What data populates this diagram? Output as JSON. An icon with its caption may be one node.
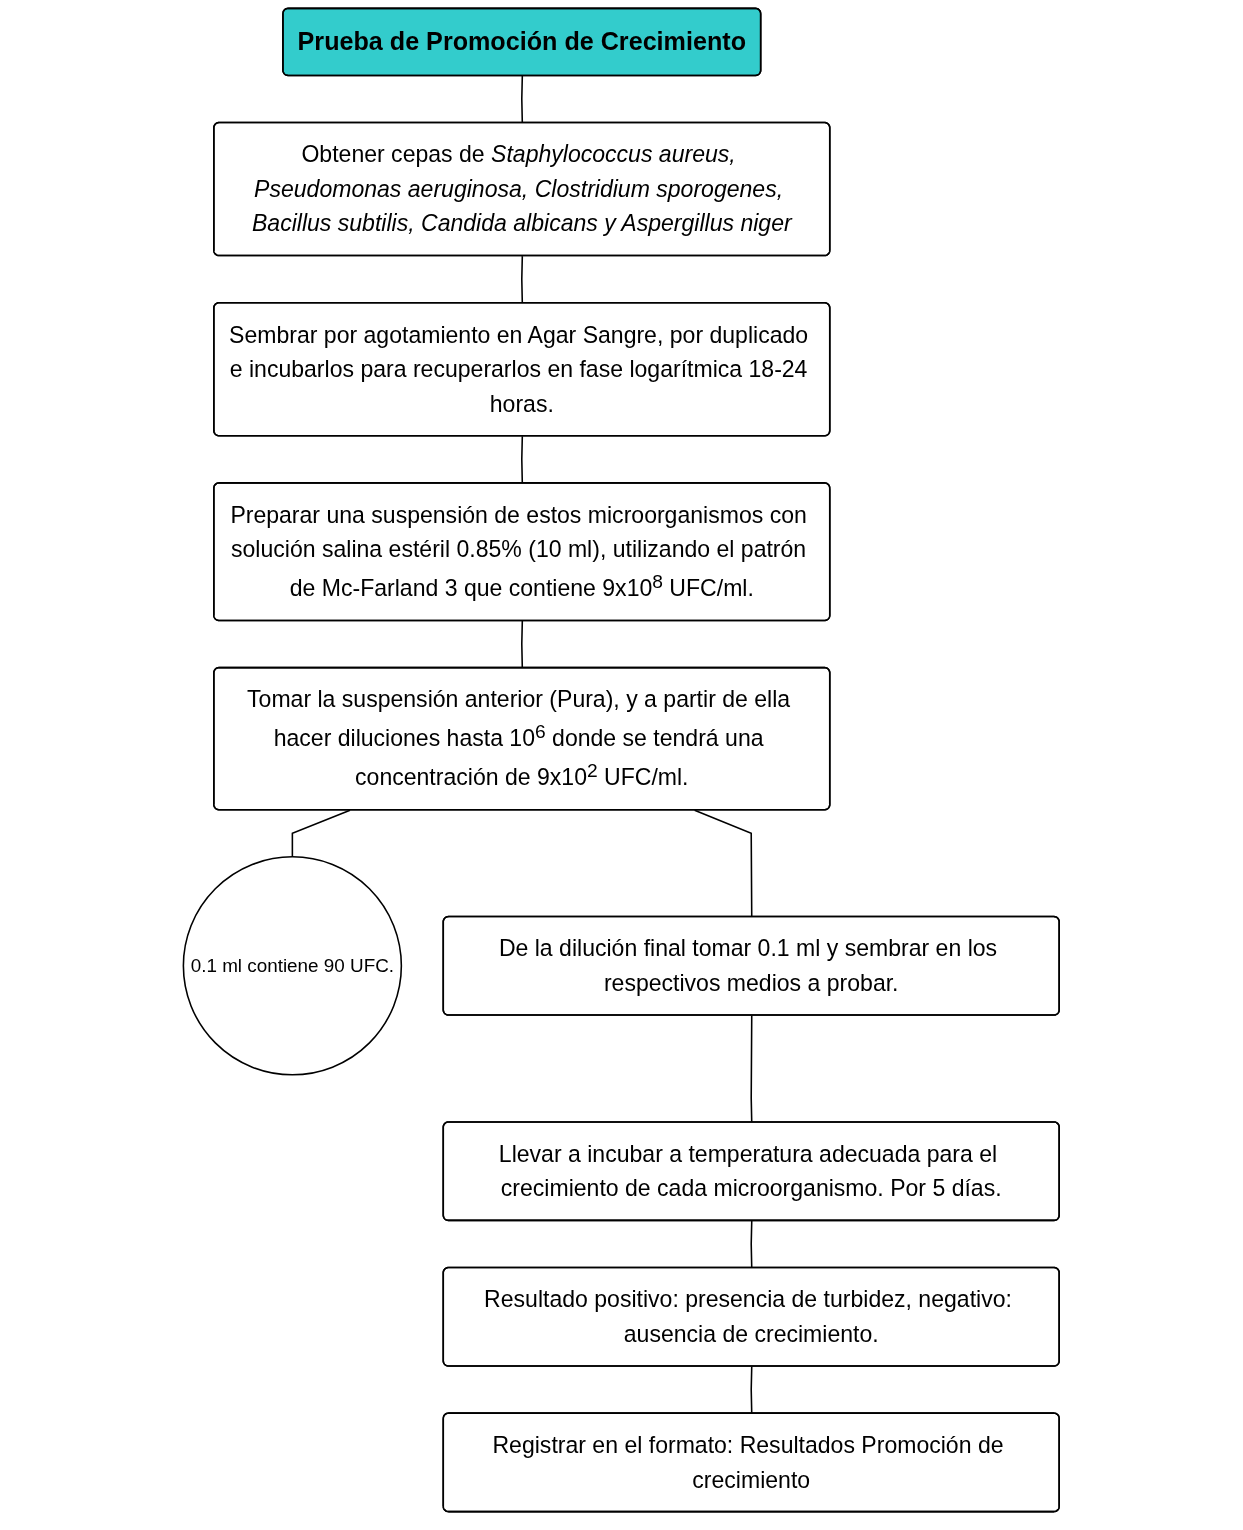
{
  "diagram": {
    "nodes": [
      {
        "text": [
          "Prueba de Promoción de Crecimiento"
        ]
      },
      {
        "text": [
          "Obtener cepas de *Staphylococcus aureus, Pseudomonas aeruginosa, Clostridium sporogenes, Bacillus subtilis, Candida albicans y Aspergillus niger*"
        ]
      },
      {
        "text": [
          "Sembrar por agotamiento en Agar Sangre, por duplicado e incubarlos para recuperarlos en fase logarítmica 18-24 horas."
        ]
      },
      {
        "text": [
          "Preparar una suspensión de estos microorganismos con solución salina estéril 0.85% (10 ml), utilizando el patrón de Mc-Farland 3 que contiene 9x10$^{8}$ UFC/ml."
        ]
      },
      {
        "text": [
          "Tomar la suspensión anterior (Pura), y a partir de ella hacer diluciones hasta 10$^{6}$ donde se tendrá una concentración de 9x10$^{2}$ UFC/ml."
        ]
      },
      {
        "text": [
          "0.1 ml contiene 90 UFC."
        ]
      },
      {
        "text": [
          "De la dilución final tomar 0.1 ml y sembrar en los respectivos medios a probar."
        ]
      },
      {
        "text": [
          "Llevar a incubar a temperatura adecuada para el crecimiento de cada microorganismo. Por 5 días."
        ]
      },
      {
        "text": [
          "Resultado positivo: presencia de turbidez, negativo: ausencia de crecimiento."
        ]
      },
      {
        "text": [
          "Registrar en el formato: Resultados Promoción de crecimiento"
        ]
      }
    ],
    "edges": [
      {
        "from": 0,
        "to": 1,
        "arrow": "none"
      },
      {
        "from": 1,
        "to": 2,
        "arrow": "none"
      },
      {
        "from": 2,
        "to": 3,
        "arrow": "none"
      },
      {
        "from": 3,
        "to": 4,
        "arrow": "none"
      },
      {
        "from": 4,
        "to": 5,
        "arrow": "none"
      },
      {
        "from": 4,
        "to": 6,
        "arrow": "none"
      },
      {
        "from": 6,
        "to": 7,
        "arrow": "none"
      },
      {
        "from": 7,
        "to": 8,
        "arrow": "none"
      },
      {
        "from": 8,
        "to": 9,
        "arrow": "none"
      }
    ]
  }
}
